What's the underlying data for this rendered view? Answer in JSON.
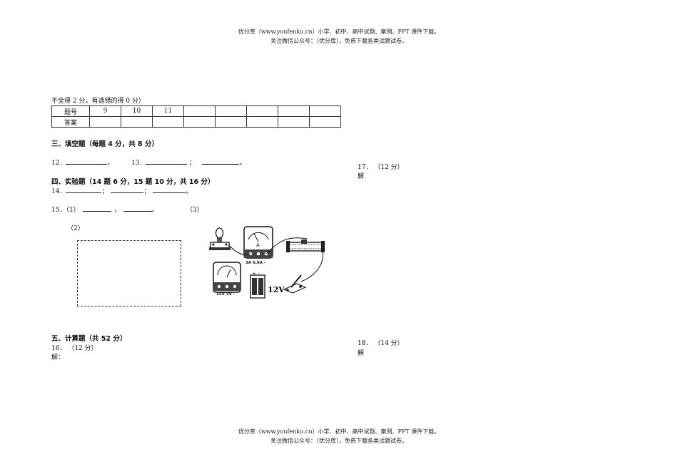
{
  "header": {
    "line1": "优分库（www.youfenku.cn）小学、初中、高中试题、案例、PPT 课件下载。",
    "line2": "关注微信公众号：（优分库），免费下载各类试题试卷。"
  },
  "footer": {
    "line1": "优分库（www.youfenku.cn）小学、初中、高中试题、案例、PPT 课件下载。",
    "line2": "关注微信公众号：（优分库），免费下载各类试题试卷。"
  },
  "scoring_note": "不全得 2 分，有选错的得 0 分）",
  "answer_table": {
    "row1_header": "题号",
    "row2_header": "答案",
    "numbers": [
      "9",
      "10",
      "11",
      "",
      "",
      "",
      "",
      ""
    ]
  },
  "section3": {
    "title": "三、填空题（每题 4 分，共 8 分）",
    "q12": "12．",
    "q12_end": "，",
    "q13": "13．",
    "sep": "；",
    "end": "。"
  },
  "section4": {
    "title": "四、实验题（14 题 6 分，15 题 10 分，共 16 分）",
    "q14": "14．",
    "sep": "；",
    "end": "。",
    "q15": "15．（1）",
    "q15_comma": "，",
    "q15_end": "。",
    "q15_part3": "（3）",
    "q15_part2": "（2）"
  },
  "circuit": {
    "ammeter_label": "3A  0.6A  -",
    "voltmeter_label": "15V  3V  -",
    "battery_label": "12V",
    "battery_sign": "+ -"
  },
  "section5": {
    "title": "五、计算题（共 52 分）",
    "q16": "16．  （12 分）",
    "q16_solve": "解：",
    "q17": "17．  （12 分）",
    "q17_solve": "解",
    "q18": "18．  （14 分）",
    "q18_solve": "解"
  }
}
